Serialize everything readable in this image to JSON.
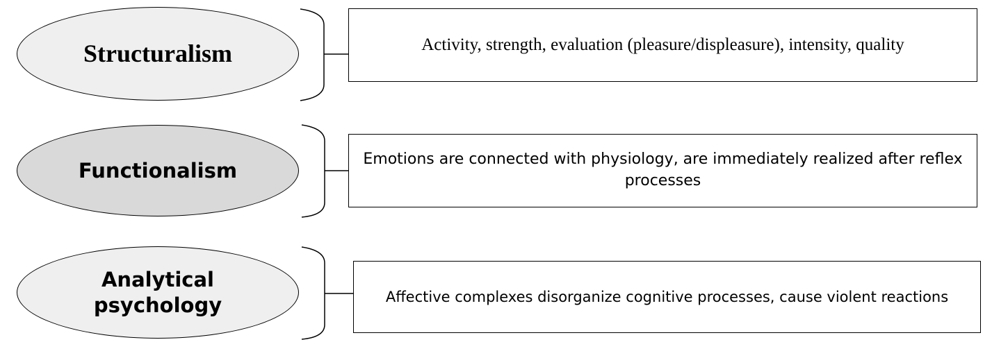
{
  "rows": [
    {
      "concept": "Structuralism",
      "description": "Activity, strength, evaluation (pleasure/displeasure), intensity, quality",
      "ellipse_fill": "#efefef"
    },
    {
      "concept": "Functionalism",
      "description": "Emotions are connected with physiology, are immediately realized after reflex processes",
      "ellipse_fill": "#d9d9d9"
    },
    {
      "concept_lines": [
        "Analytical",
        "psychology"
      ],
      "description": "Affective complexes disorganize cognitive processes, cause violent reactions",
      "ellipse_fill": "#efefef"
    }
  ]
}
